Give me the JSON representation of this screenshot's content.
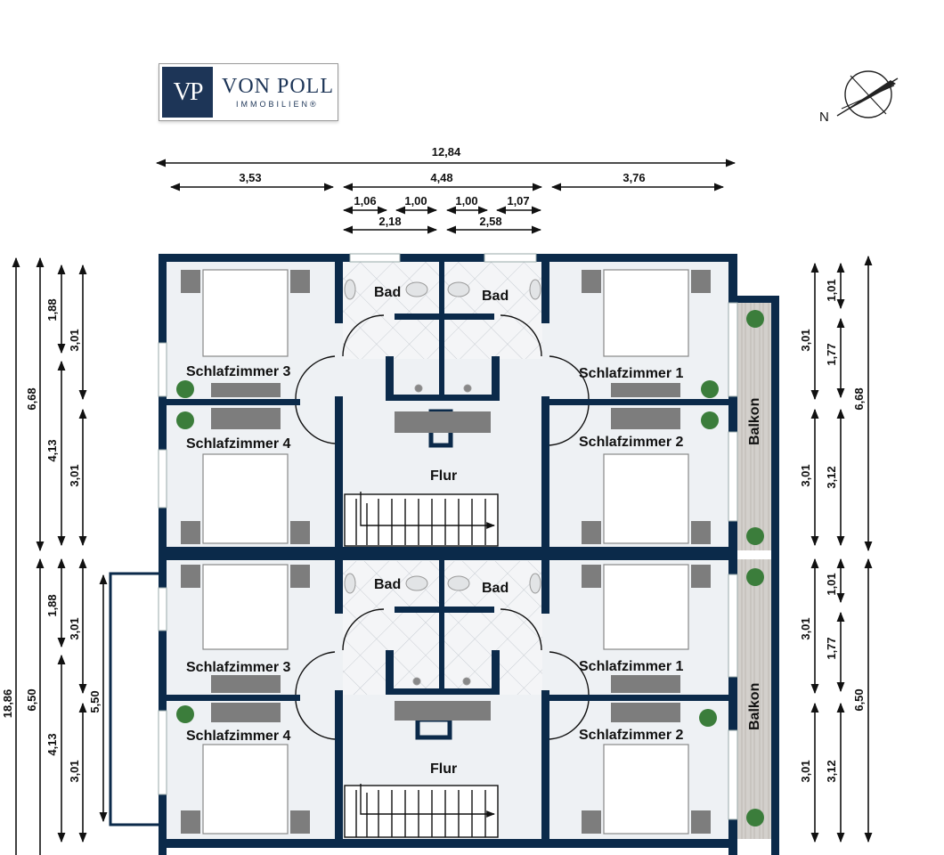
{
  "logo": {
    "mark": "VP",
    "name": "VON POLL",
    "sub": "IMMOBILIEN®"
  },
  "north": "N",
  "dims_top": {
    "overall": "12,84",
    "left": "3,53",
    "middle": "4,48",
    "right": "3,76",
    "d1": "1,06",
    "d2": "1,00",
    "d3": "1,00",
    "d4": "1,07",
    "d5": "2,18",
    "d6": "2,58"
  },
  "dims_left": {
    "total": "18,86",
    "u1": "6,68",
    "u2": "6,50",
    "u1a": "1,88",
    "u1b": "4,13",
    "u1c": "3,01",
    "u1d": "3,01",
    "u2a": "1,88",
    "u2b": "4,13",
    "u2c": "3,01",
    "u2d": "3,01",
    "u2e": "5,50"
  },
  "dims_right": {
    "u1": "6,68",
    "u1a": "1,01",
    "u1b": "1,77",
    "u1c": "3,01",
    "u1d": "3,12",
    "u1e": "3,01",
    "u2": "6,50",
    "u2a": "1,01",
    "u2b": "1,77",
    "u2c": "3,01",
    "u2d": "3,12",
    "u2e": "3,01"
  },
  "rooms": {
    "bad": "Bad",
    "sz1": "Schlafzimmer 1",
    "sz2": "Schlafzimmer 2",
    "sz3": "Schlafzimmer 3",
    "sz4": "Schlafzimmer 4",
    "flur": "Flur",
    "balkon": "Balkon"
  },
  "colors": {
    "wall": "#0b2a4a",
    "floor": "#eef1f4",
    "line": "#111111"
  }
}
